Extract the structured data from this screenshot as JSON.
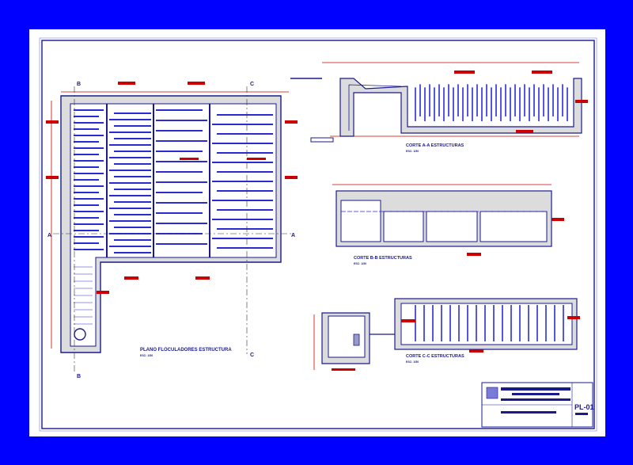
{
  "views": {
    "plan": {
      "title": "PLANO FLOCULADORES ESTRUCTURA",
      "scale": "ESC: 1/50"
    },
    "section_aa": {
      "title": "CORTE A-A ESTRUCTURAS",
      "scale": "ESC: 1/50"
    },
    "section_bb": {
      "title": "CORTE B-B ESTRUCTURAS",
      "scale": "ESC: 1/50"
    },
    "section_cc": {
      "title": "CORTE C-C ESTRUCTURAS",
      "scale": "ESC: 1/50"
    }
  },
  "section_marks": {
    "a": "A",
    "b": "B",
    "c": "C"
  },
  "title_block": {
    "sheet_number": "PL-01"
  },
  "colors": {
    "frame": "#0000ff",
    "paper": "#ffffff",
    "wall": "#1a1a8c",
    "baffle": "#2b2bd6",
    "dimension": "#cc0000",
    "fill": "#dcdcdc"
  }
}
